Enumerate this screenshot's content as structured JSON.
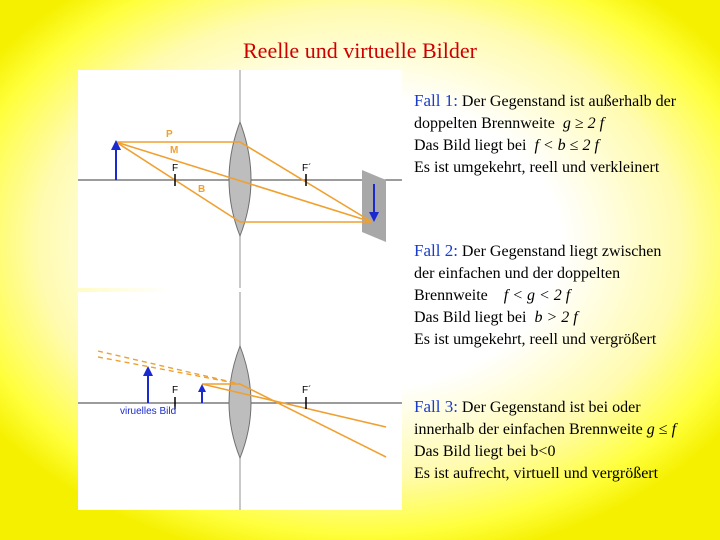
{
  "title": "Reelle und virtuelle Bilder",
  "diagram1": {
    "labels": {
      "P": "P",
      "M": "M",
      "F": "F",
      "F2": "F´",
      "B": "B"
    }
  },
  "diagram2": {
    "labels": {
      "F": "F",
      "F2": "F´",
      "virtual": "viruelles Bild"
    }
  },
  "fall1": {
    "head": "Fall 1:",
    "line1": "Der Gegenstand ist außerhalb der",
    "line2": "doppelten Brennweite",
    "math2": "g ≥ 2 f",
    "line3": "Das Bild liegt bei",
    "math3": "f < b ≤ 2 f",
    "line4": "Es ist umgekehrt, reell und verkleinert"
  },
  "fall2": {
    "head": "Fall 2:",
    "line1": "Der Gegenstand liegt zwischen",
    "line2": "der einfachen und der doppelten",
    "line3": "Brennweite",
    "math3": "f < g < 2 f",
    "line4": "Das Bild liegt bei",
    "math4": "b > 2 f",
    "line5": "Es ist umgekehrt, reell und vergrößert"
  },
  "fall3": {
    "head": "Fall 3:",
    "line1": "Der Gegenstand ist bei oder",
    "line2": "innerhalb der einfachen Brennweite",
    "math2": "g ≤ f",
    "line3": "Das Bild liegt bei b<0",
    "line4": "Es ist aufrecht, virtuell und vergrößert"
  },
  "colors": {
    "title": "#cc0000",
    "heading": "#1a3cc8",
    "ray": "#f0a030",
    "arrow": "#1a2ad0",
    "lens": "#b8b8b8"
  }
}
